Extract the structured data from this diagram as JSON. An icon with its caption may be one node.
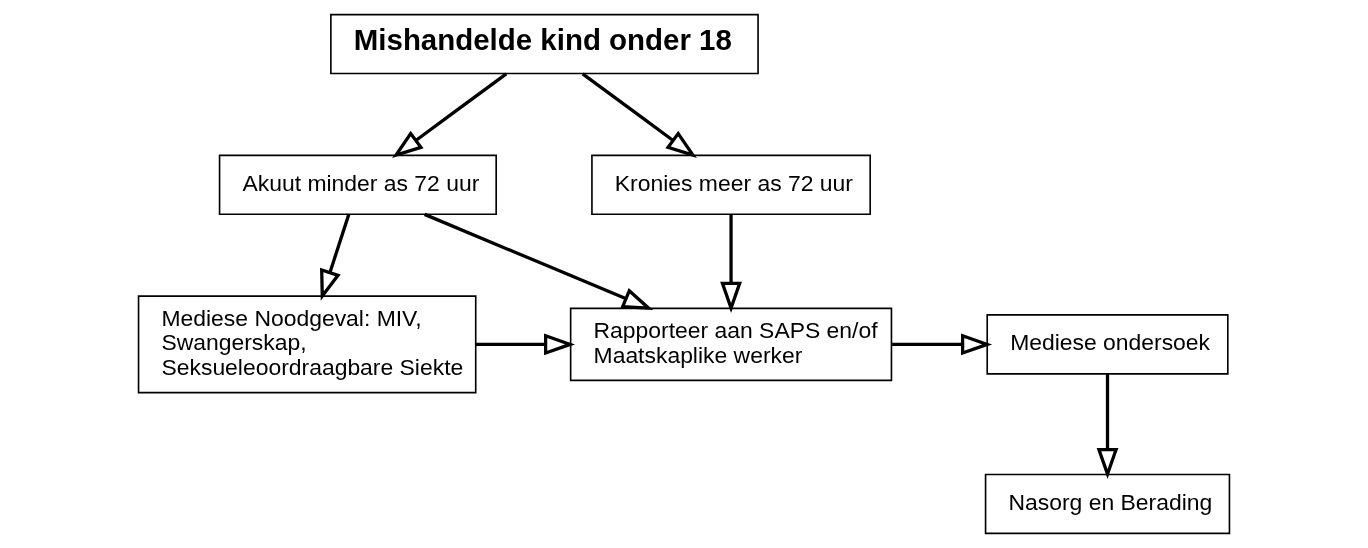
{
  "diagram": {
    "nodes": [
      {
        "text": [
          "Mishandelde kind onder 18"
        ]
      },
      {
        "text": [
          "Akuut minder as 72 uur"
        ]
      },
      {
        "text": [
          "Kronies meer as 72 uur"
        ]
      },
      {
        "text": [
          "Mediese Noodgeval: MIV, Swangerskap, Seksueleoordraagbare Siekte"
        ]
      },
      {
        "text": [
          "Rapporteer aan SAPS en/of Maatskaplike werker"
        ]
      },
      {
        "text": [
          "Mediese ondersoek"
        ]
      },
      {
        "text": [
          "Nasorg en Berading"
        ]
      }
    ],
    "edges": [
      {
        "from": 0,
        "to": 1,
        "arrow": "to"
      },
      {
        "from": 0,
        "to": 2,
        "arrow": "to"
      },
      {
        "from": 1,
        "to": 3,
        "arrow": "to"
      },
      {
        "from": 1,
        "to": 4,
        "arrow": "to"
      },
      {
        "from": 2,
        "to": 4,
        "arrow": "to"
      },
      {
        "from": 3,
        "to": 4,
        "arrow": "to"
      },
      {
        "from": 4,
        "to": 5,
        "arrow": "to"
      },
      {
        "from": 5,
        "to": 6,
        "arrow": "to"
      }
    ]
  }
}
